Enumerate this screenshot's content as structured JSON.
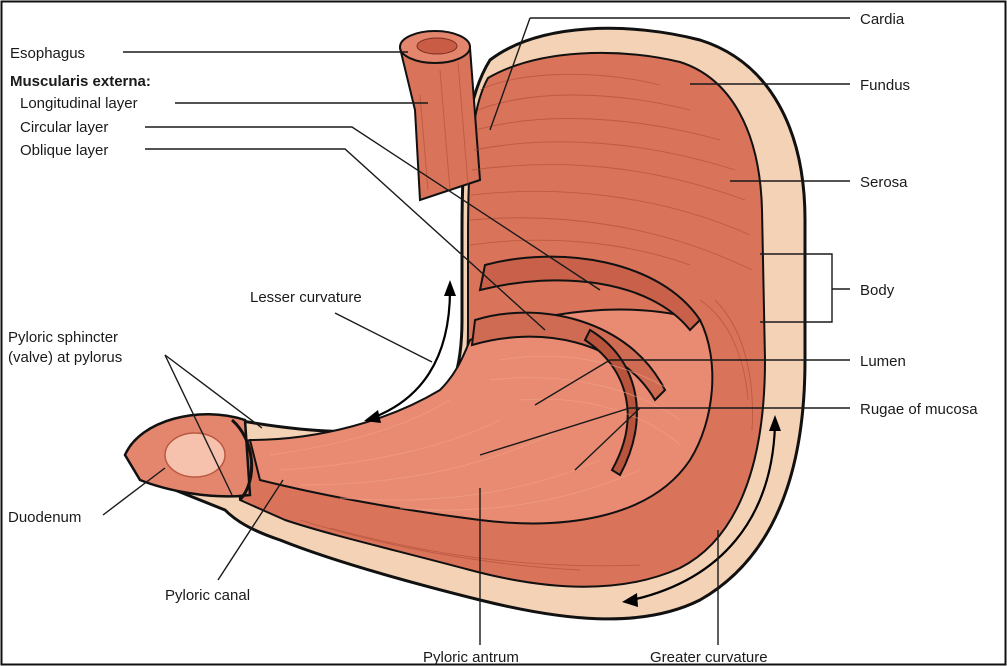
{
  "labels": {
    "esophagus": "Esophagus",
    "muscularis_externa": "Muscularis externa:",
    "longitudinal_layer": "Longitudinal layer",
    "circular_layer": "Circular layer",
    "oblique_layer": "Oblique layer",
    "lesser_curvature": "Lesser curvature",
    "pyloric_sphincter_line1": "Pyloric sphincter",
    "pyloric_sphincter_line2": "(valve) at pylorus",
    "duodenum": "Duodenum",
    "pyloric_canal": "Pyloric canal",
    "pyloric_antrum": "Pyloric antrum",
    "greater_curvature": "Greater curvature",
    "cardia": "Cardia",
    "fundus": "Fundus",
    "serosa": "Serosa",
    "body": "Body",
    "lumen": "Lumen",
    "rugae_of_mucosa": "Rugae of mucosa"
  },
  "colors": {
    "muscle": "#d9735a",
    "muscle_dark": "#b9543c",
    "mucosa": "#e98a72",
    "serosa": "#f4d2b6",
    "outline": "#111111"
  }
}
